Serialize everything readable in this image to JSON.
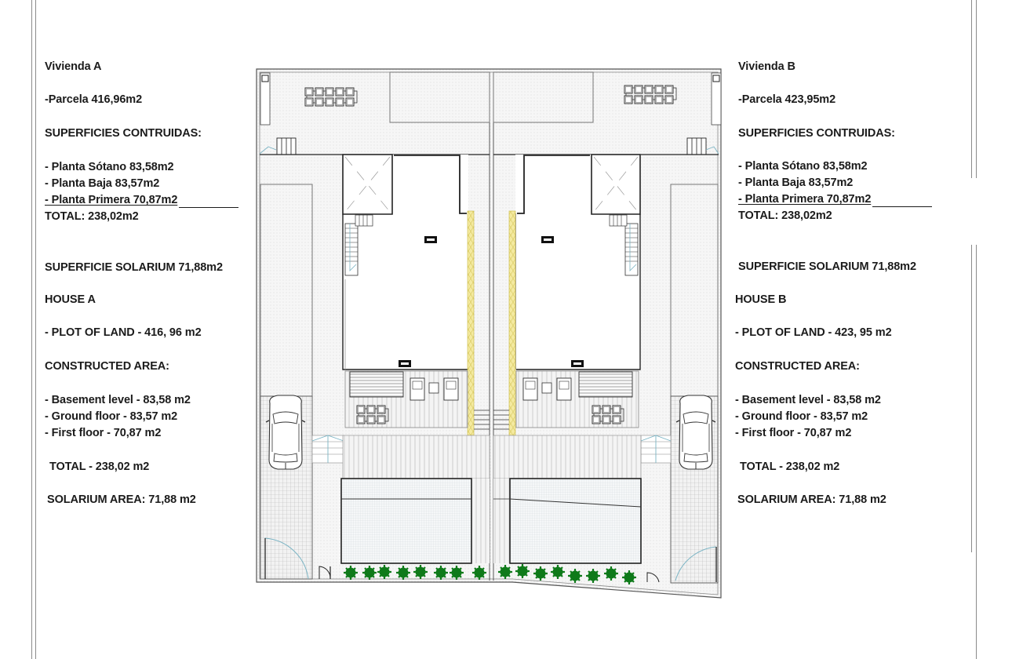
{
  "document": {
    "type": "architectural site plan",
    "colors": {
      "text": "#1b1b1b",
      "wall": "#222222",
      "paving": "#eeeeee",
      "hedge": "#0f7a1a",
      "wood_insulation": "#f4eaa0",
      "stair_blue": "#7bb4c4"
    }
  },
  "left_panel": {
    "spanish": {
      "title": "Vivienda A",
      "plot": "-Parcela 416,96m2",
      "built_heading": "SUPERFICIES CONTRUIDAS:",
      "items": [
        "- Planta Sótano 83,58m2",
        "- Planta Baja 83,57m2",
        "- Planta Primera 70,87m2"
      ],
      "total": "TOTAL: 238,02m2",
      "solarium": "SUPERFICIE SOLARIUM 71,88m2"
    },
    "english": {
      "title": "HOUSE A",
      "plot": "- PLOT OF LAND - 416, 96 m2",
      "built_heading": "CONSTRUCTED AREA:",
      "items": [
        "- Basement level - 83,58 m2",
        "- Ground floor - 83,57 m2",
        "- First floor - 70,87 m2"
      ],
      "total": "TOTAL - 238,02 m2",
      "solarium": "SOLARIUM AREA: 71,88 m2"
    }
  },
  "right_panel": {
    "spanish": {
      "title": "Vivienda B",
      "plot": "-Parcela 423,95m2",
      "built_heading": "SUPERFICIES CONTRUIDAS:",
      "items": [
        "- Planta Sótano 83,58m2",
        "- Planta Baja 83,57m2",
        "- Planta Primera 70,87m2"
      ],
      "total": "TOTAL: 238,02m2",
      "solarium": "SUPERFICIE SOLARIUM 71,88m2"
    },
    "english": {
      "title": "HOUSE B",
      "plot": "- PLOT OF LAND - 423, 95 m2",
      "built_heading": "CONSTRUCTED AREA:",
      "items": [
        "- Basement level - 83,58 m2",
        "- Ground floor - 83,57 m2",
        "- First floor - 70,87 m2"
      ],
      "total": "TOTAL - 238,02 m2",
      "solarium": "SOLARIUM AREA: 71,88 m2"
    }
  },
  "plan": {
    "houses": [
      "A",
      "B"
    ],
    "features": [
      "roof terrace table",
      "skylight",
      "staircase",
      "parked car",
      "pool",
      "hedge",
      "gate",
      "terrace seating"
    ]
  }
}
